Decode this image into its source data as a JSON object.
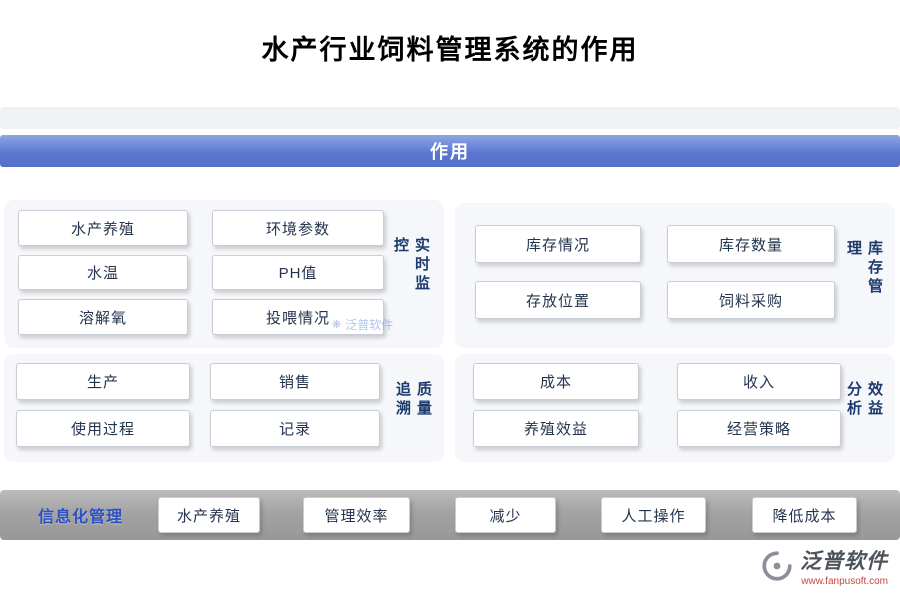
{
  "page": {
    "title": "水产行业饲料管理系统的作用"
  },
  "banner": {
    "label": "作用"
  },
  "panels": [
    {
      "side_label": "实时监控",
      "buttons": [
        "水产养殖",
        "环境参数",
        "水温",
        "PH值",
        "溶解氧",
        "投喂情况"
      ]
    },
    {
      "side_label": "库存管理",
      "buttons": [
        "库存情况",
        "库存数量",
        "存放位置",
        "饲料采购"
      ]
    },
    {
      "side_label": "质量追溯",
      "buttons": [
        "生产",
        "销售",
        "使用过程",
        "记录"
      ]
    },
    {
      "side_label": "效益分析",
      "buttons": [
        "成本",
        "收入",
        "养殖效益",
        "经营策略"
      ]
    }
  ],
  "bottom_bar": {
    "label": "信息化管理",
    "buttons": [
      "水产养殖",
      "管理效率",
      "减少",
      "人工操作",
      "降低成本"
    ]
  },
  "watermark": {
    "text": "泛普软件"
  },
  "logo": {
    "name": "泛普软件",
    "url": "www.fanpusoft.com"
  },
  "colors": {
    "banner_blue": "#5c77d1",
    "side_label_navy": "#1d3a6e",
    "bottom_bar_gray": "#a3a3a3",
    "bottom_label_blue": "#2b50c0",
    "logo_url_red": "#cc4444"
  }
}
